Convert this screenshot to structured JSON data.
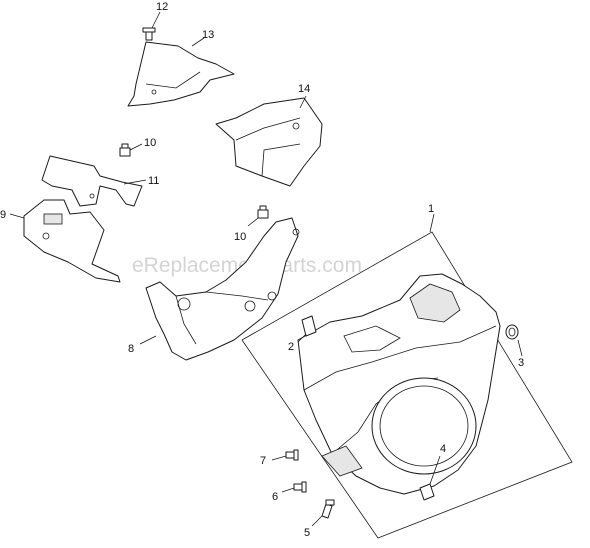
{
  "watermark": "eReplacementParts.com",
  "callouts": {
    "c1": "1",
    "c2": "2",
    "c3": "3",
    "c4": "4",
    "c5": "5",
    "c6": "6",
    "c7": "7",
    "c8": "8",
    "c9": "9",
    "c10a": "10",
    "c10b": "10",
    "c11": "11",
    "c12": "12",
    "c13": "13",
    "c14": "14"
  },
  "colors": {
    "line": "#1a1a1a",
    "watermark": "#d4d4d4",
    "background": "#ffffff"
  }
}
